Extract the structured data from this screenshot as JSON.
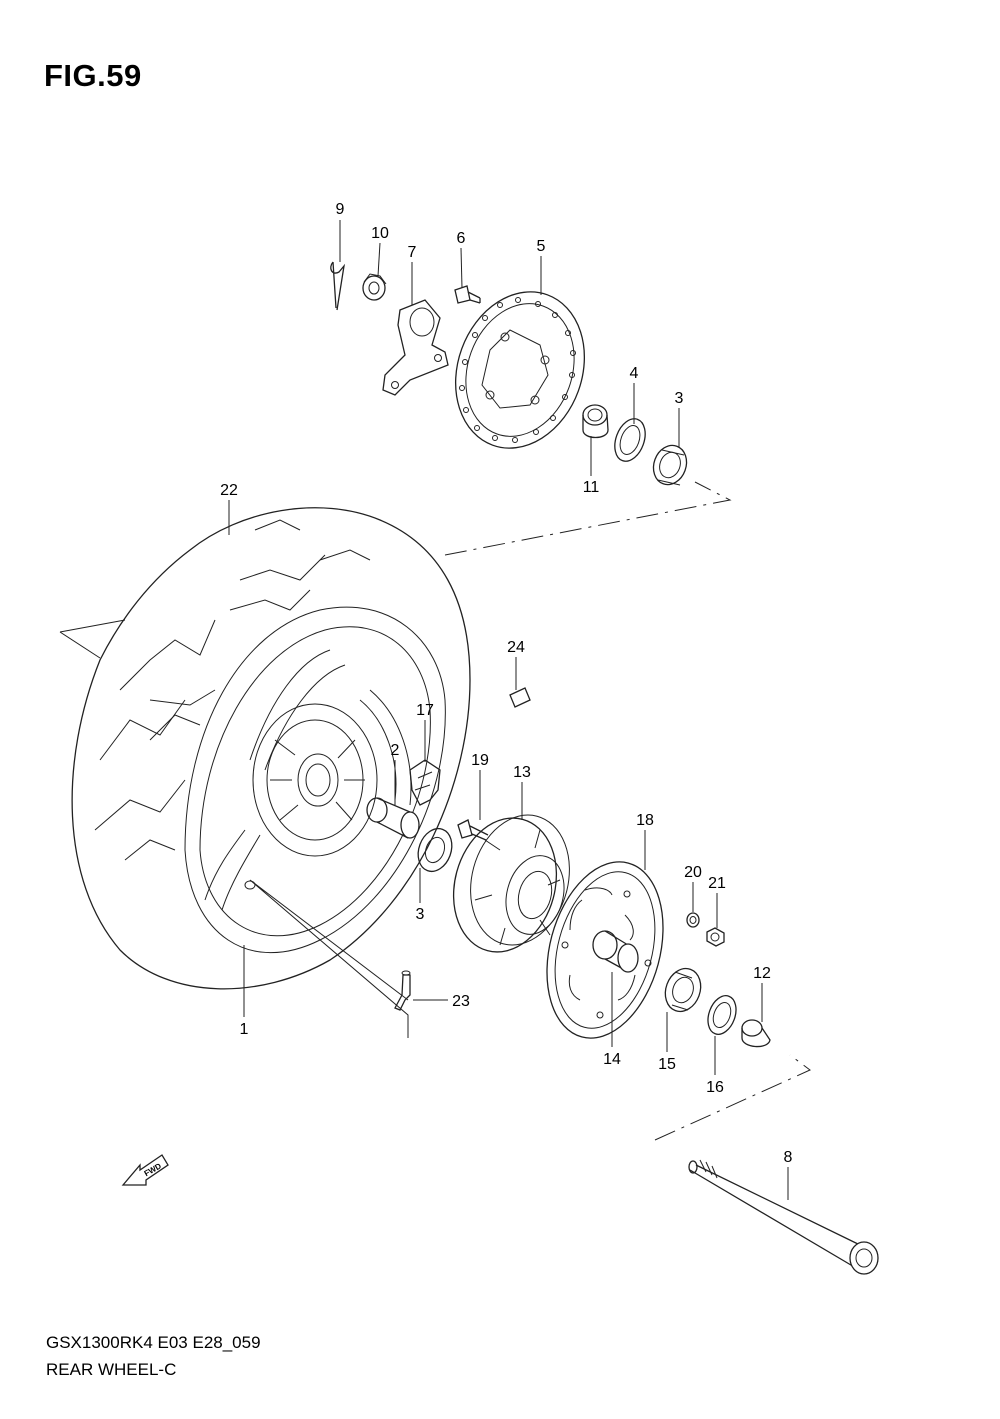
{
  "figure": {
    "title": "FIG.59",
    "code": "GSX1300RK4 E03 E28_059",
    "name": "REAR WHEEL-C",
    "fwd_label": "FWD"
  },
  "callouts": {
    "c1": "1",
    "c2": "2",
    "c3a": "3",
    "c3b": "3",
    "c4": "4",
    "c5": "5",
    "c6": "6",
    "c7": "7",
    "c8": "8",
    "c9": "9",
    "c10": "10",
    "c11": "11",
    "c12": "12",
    "c13": "13",
    "c14": "14",
    "c15": "15",
    "c16": "16",
    "c17": "17",
    "c18": "18",
    "c19": "19",
    "c20": "20",
    "c21": "21",
    "c22": "22",
    "c23": "23",
    "c24": "24"
  }
}
